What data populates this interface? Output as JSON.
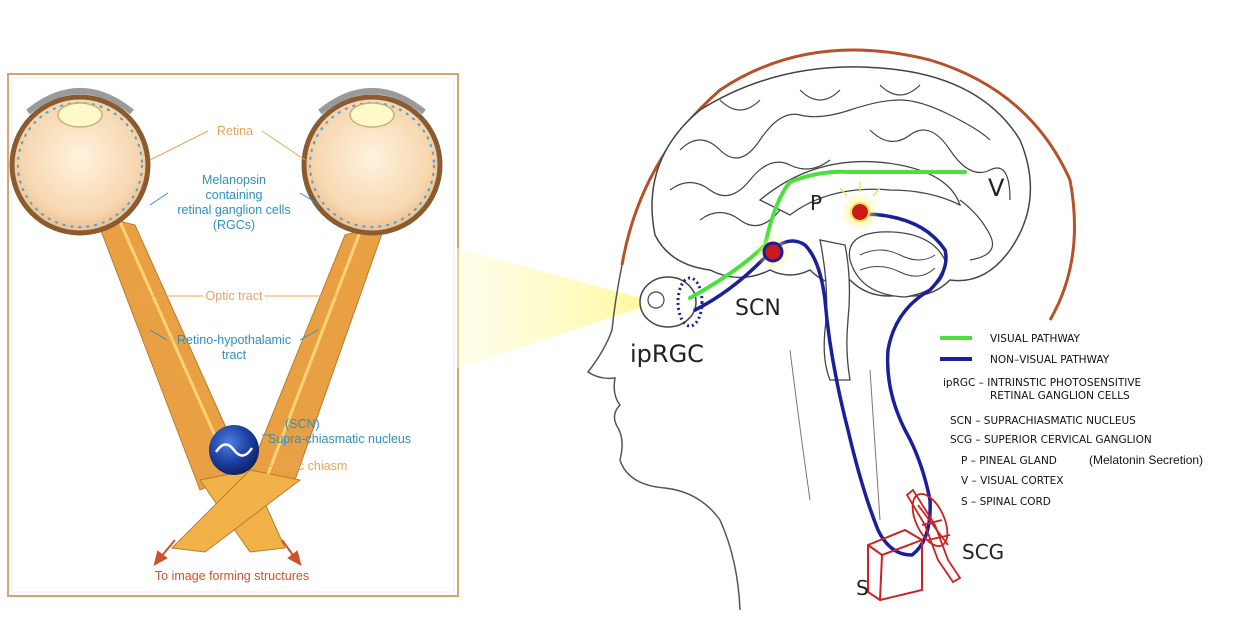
{
  "eye_panel": {
    "retina": "Retina",
    "melanopsin": [
      "Melanopsin",
      "containing",
      "retinal ganglion cells",
      "(RGCs)"
    ],
    "optic_tract": "Optic tract",
    "retino": [
      "Retino-hypothalamic",
      "tract"
    ],
    "scn": [
      "(SCN)",
      "Supra-chiasmatic nucleus"
    ],
    "optic_chiasm": "Optic chiasm",
    "image_forming": "To image forming structures"
  },
  "brain_labels": {
    "v": "V",
    "p": "P",
    "scn": "SCN",
    "iprgc": "ipRGC",
    "scg": "SCG",
    "s": "S"
  },
  "legend": {
    "visual": "VISUAL PATHWAY",
    "nonvisual": "NON–VISUAL PATHWAY",
    "iprgc": [
      "ipRGC  –  INTRINSTIC PHOTOSENSITIVE",
      "RETINAL GANGLION CELLS"
    ],
    "scn": "SCN  –  SUPRACHIASMATIC NUCLEUS",
    "scg": "SCG  –  SUPERIOR CERVICAL GANGLION",
    "p": "P  –  PINEAL GLAND",
    "p_extra": "(Melatonin Secretion)",
    "v": "V  –  VISUAL CORTEX",
    "s": "S  –  SPINAL CORD"
  },
  "colors": {
    "visual_pathway": "#4be03c",
    "nonvisual_pathway": "#1a1f9a",
    "head_outline": "#b5522a",
    "panel_border": "#d9a070",
    "light_beam": "#fff27a"
  }
}
